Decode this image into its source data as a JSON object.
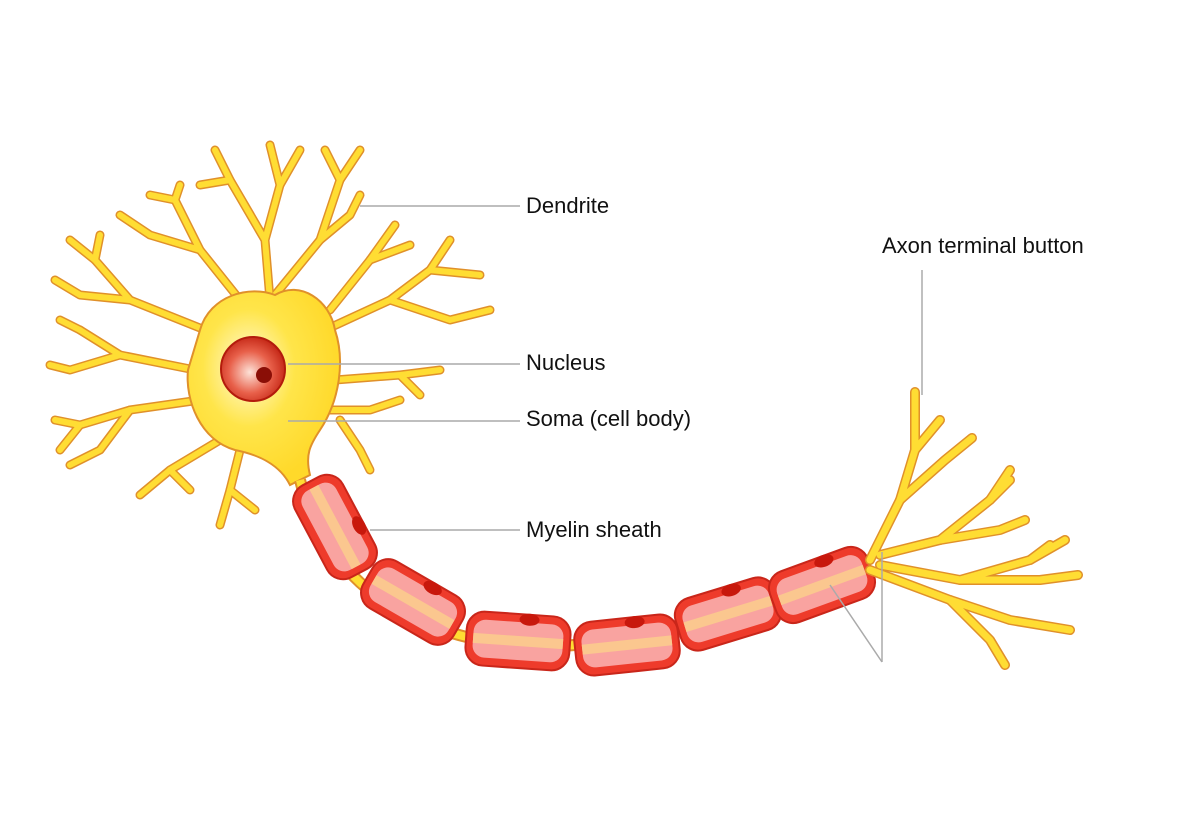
{
  "title": "Neuron structure",
  "labels": {
    "dendrite": "Dendrite",
    "axon_terminal": "Axon terminal button",
    "nucleus": "Nucleus",
    "soma": "Soma (cell body)",
    "myelin": "Myelin sheath"
  },
  "colors": {
    "cell": "#ffdd33",
    "outline": "#e0902a",
    "myelin": "#ee3b2b",
    "myelin_inner": "#f9a3a0",
    "axon_core": "#fbc78f",
    "nucleus": "#d42a1a",
    "leader": "#aaaaaa"
  }
}
